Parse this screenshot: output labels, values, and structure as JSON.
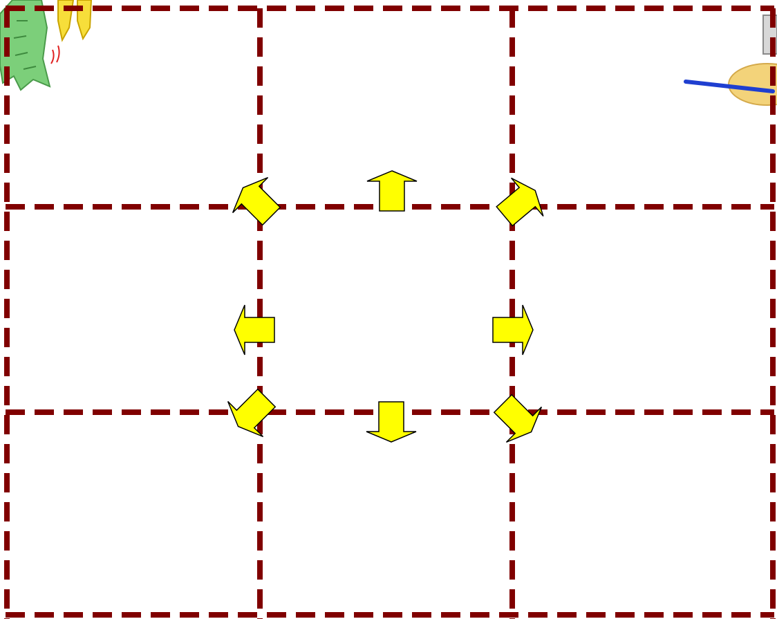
{
  "grid": {
    "rows": 3,
    "columns": 3,
    "line_style": "dashed",
    "line_color": "#800000"
  },
  "arrows": {
    "fill_color": "#ffff00",
    "outline_color": "#000000",
    "directions": [
      "up-left",
      "up",
      "up-right",
      "left",
      "right",
      "down-left",
      "down",
      "down-right"
    ]
  },
  "decorations": {
    "top_left": "cartoon-plant-clipart",
    "top_right": "cartoon-paintbrush-palette-clipart"
  }
}
